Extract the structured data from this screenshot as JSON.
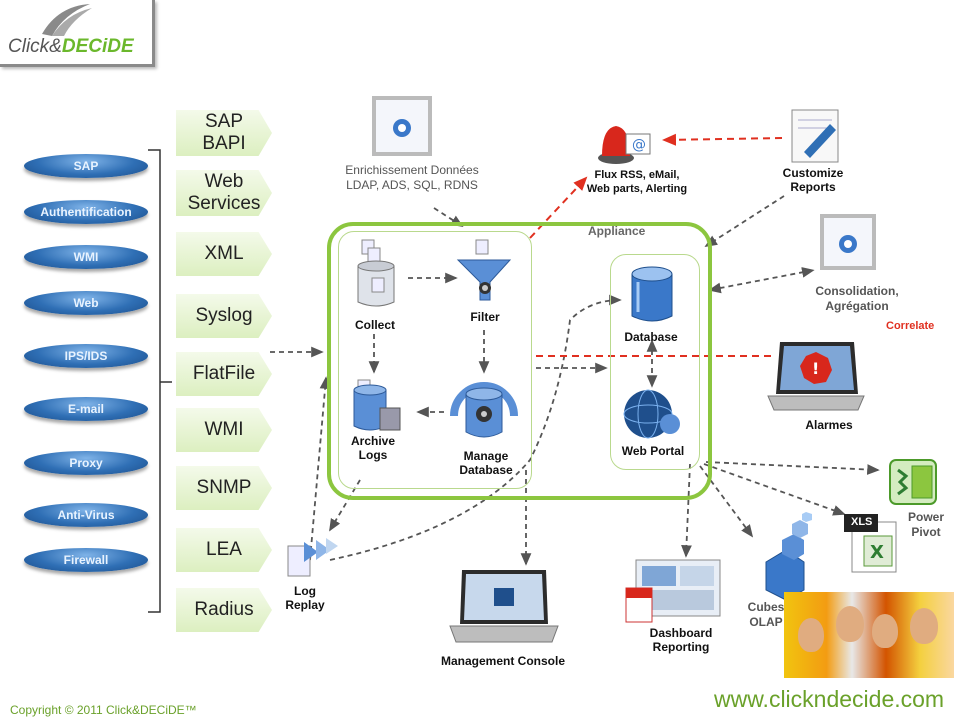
{
  "logo": {
    "part1": "Click&",
    "part2": "DECiDE"
  },
  "sources": [
    "SAP",
    "Authentification",
    "WMI",
    "Web",
    "IPS/IDS",
    "E-mail",
    "Proxy",
    "Anti-Virus",
    "Firewall"
  ],
  "inputs": [
    [
      "SAP",
      "BAPI"
    ],
    [
      "Web",
      "Services"
    ],
    [
      "XML"
    ],
    [
      "Syslog"
    ],
    [
      "FlatFile"
    ],
    [
      "WMI"
    ],
    [
      "SNMP"
    ],
    [
      "LEA"
    ],
    [
      "Radius"
    ]
  ],
  "enrichment": {
    "line1": "Enrichissement  Données",
    "line2": "LDAP, ADS, SQL, RDNS"
  },
  "alert": {
    "line1": "Flux  RSS, eMail,",
    "line2": "Web parts, Alerting"
  },
  "customize": {
    "line1": "Customize",
    "line2": "Reports"
  },
  "appliance": "Appliance",
  "collect": "Collect",
  "filter": "Filter",
  "archive": {
    "line1": "Archive",
    "line2": "Logs"
  },
  "manage": {
    "line1": "Manage",
    "line2": "Database"
  },
  "database": "Database",
  "webportal": "Web Portal",
  "consolidation": {
    "line1": "Consolidation,",
    "line2": "Agrégation"
  },
  "correlate": "Correlate",
  "alarmes": "Alarmes",
  "logreplay": {
    "line1": "Log",
    "line2": "Replay"
  },
  "console": "Management Console",
  "dashboard": {
    "line1": "Dashboard",
    "line2": "Reporting"
  },
  "cubes": {
    "line1": "Cubes",
    "line2": "OLAP"
  },
  "xls": "XLS",
  "powerpivot": {
    "line1": "Power",
    "line2": "Pivot"
  },
  "copyright": "Copyright  © 2011 Click&DECiDE™",
  "url": "www.clickndecide.com",
  "colors": {
    "green": "#8cc63f",
    "blue": "#2f6fb5",
    "red": "#e03020",
    "dash": "#555555"
  }
}
